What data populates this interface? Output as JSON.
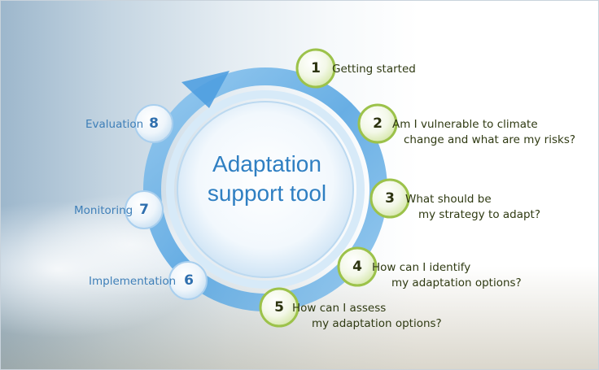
{
  "center": {
    "title_line1": "Adaptation",
    "title_line2": "support tool"
  },
  "green_steps": [
    {
      "number": "1",
      "line1": "Getting started",
      "line2": ""
    },
    {
      "number": "2",
      "line1": "Am I vulnerable to climate",
      "line2": "change and what are my risks?"
    },
    {
      "number": "3",
      "line1": "What should be",
      "line2": "my strategy to adapt?"
    },
    {
      "number": "4",
      "line1": "How can I identify",
      "line2": "my adaptation options?"
    },
    {
      "number": "5",
      "line1": "How can I assess",
      "line2": "my adaptation options?"
    }
  ],
  "blue_steps": [
    {
      "number": "6",
      "label": "Implementation"
    },
    {
      "number": "7",
      "label": "Monitoring"
    },
    {
      "number": "8",
      "label": "Evaluation"
    }
  ],
  "colors": {
    "ring_blue": "#5aa9e6",
    "green_ring": "#9cc24a",
    "title_blue": "#2f7fc2",
    "label_blue": "#3f7fb8"
  }
}
